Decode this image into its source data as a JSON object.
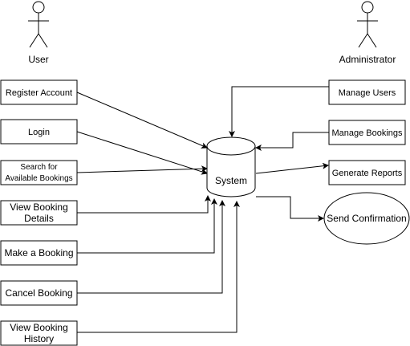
{
  "actors": {
    "user": "User",
    "admin": "Administrator"
  },
  "system": {
    "label": "System"
  },
  "user_actions": {
    "register": "Register Account",
    "login": "Login",
    "search_line1": "Search for",
    "search_line2": "Available Bookings",
    "view_details_line1": "View Booking",
    "view_details_line2": "Details",
    "make_booking": "Make a Booking",
    "cancel_booking": "Cancel Booking",
    "view_history_line1": "View Booking",
    "view_history_line2": "History"
  },
  "admin_actions": {
    "manage_users": "Manage Users",
    "manage_bookings": "Manage Bookings",
    "generate_reports": "Generate Reports"
  },
  "outputs": {
    "send_confirmation": "Send Confirmation"
  }
}
